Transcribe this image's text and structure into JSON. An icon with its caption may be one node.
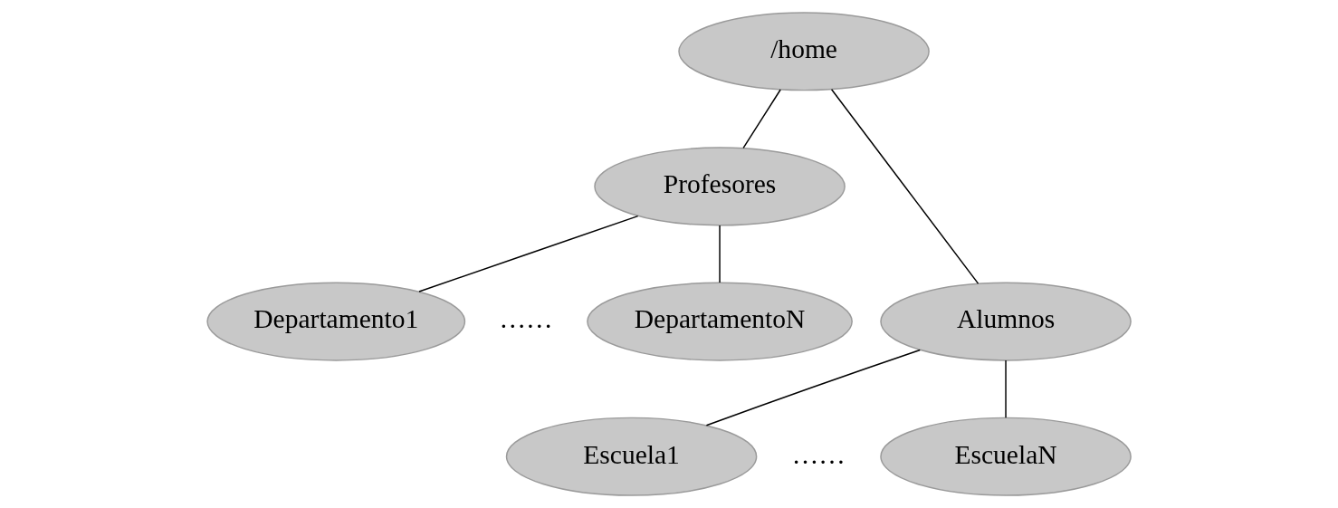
{
  "diagram": {
    "nodes": [
      {
        "text": [
          "/home"
        ]
      },
      {
        "text": [
          "Profesores"
        ]
      },
      {
        "text": [
          "Alumnos"
        ]
      },
      {
        "text": [
          "Departamento1"
        ]
      },
      {
        "text": [
          "DepartamentoN"
        ]
      },
      {
        "text": [
          "Escuela1"
        ]
      },
      {
        "text": [
          "EscuelaN"
        ]
      }
    ],
    "edges": [
      {
        "from": 0,
        "to": 1,
        "arrow": "none"
      },
      {
        "from": 0,
        "to": 2,
        "arrow": "none"
      },
      {
        "from": 1,
        "to": 3,
        "arrow": "none"
      },
      {
        "from": 1,
        "to": 4,
        "arrow": "none"
      },
      {
        "from": 2,
        "to": 5,
        "arrow": "none"
      },
      {
        "from": 2,
        "to": 6,
        "arrow": "none"
      }
    ],
    "labels": [
      "……",
      "……"
    ]
  }
}
